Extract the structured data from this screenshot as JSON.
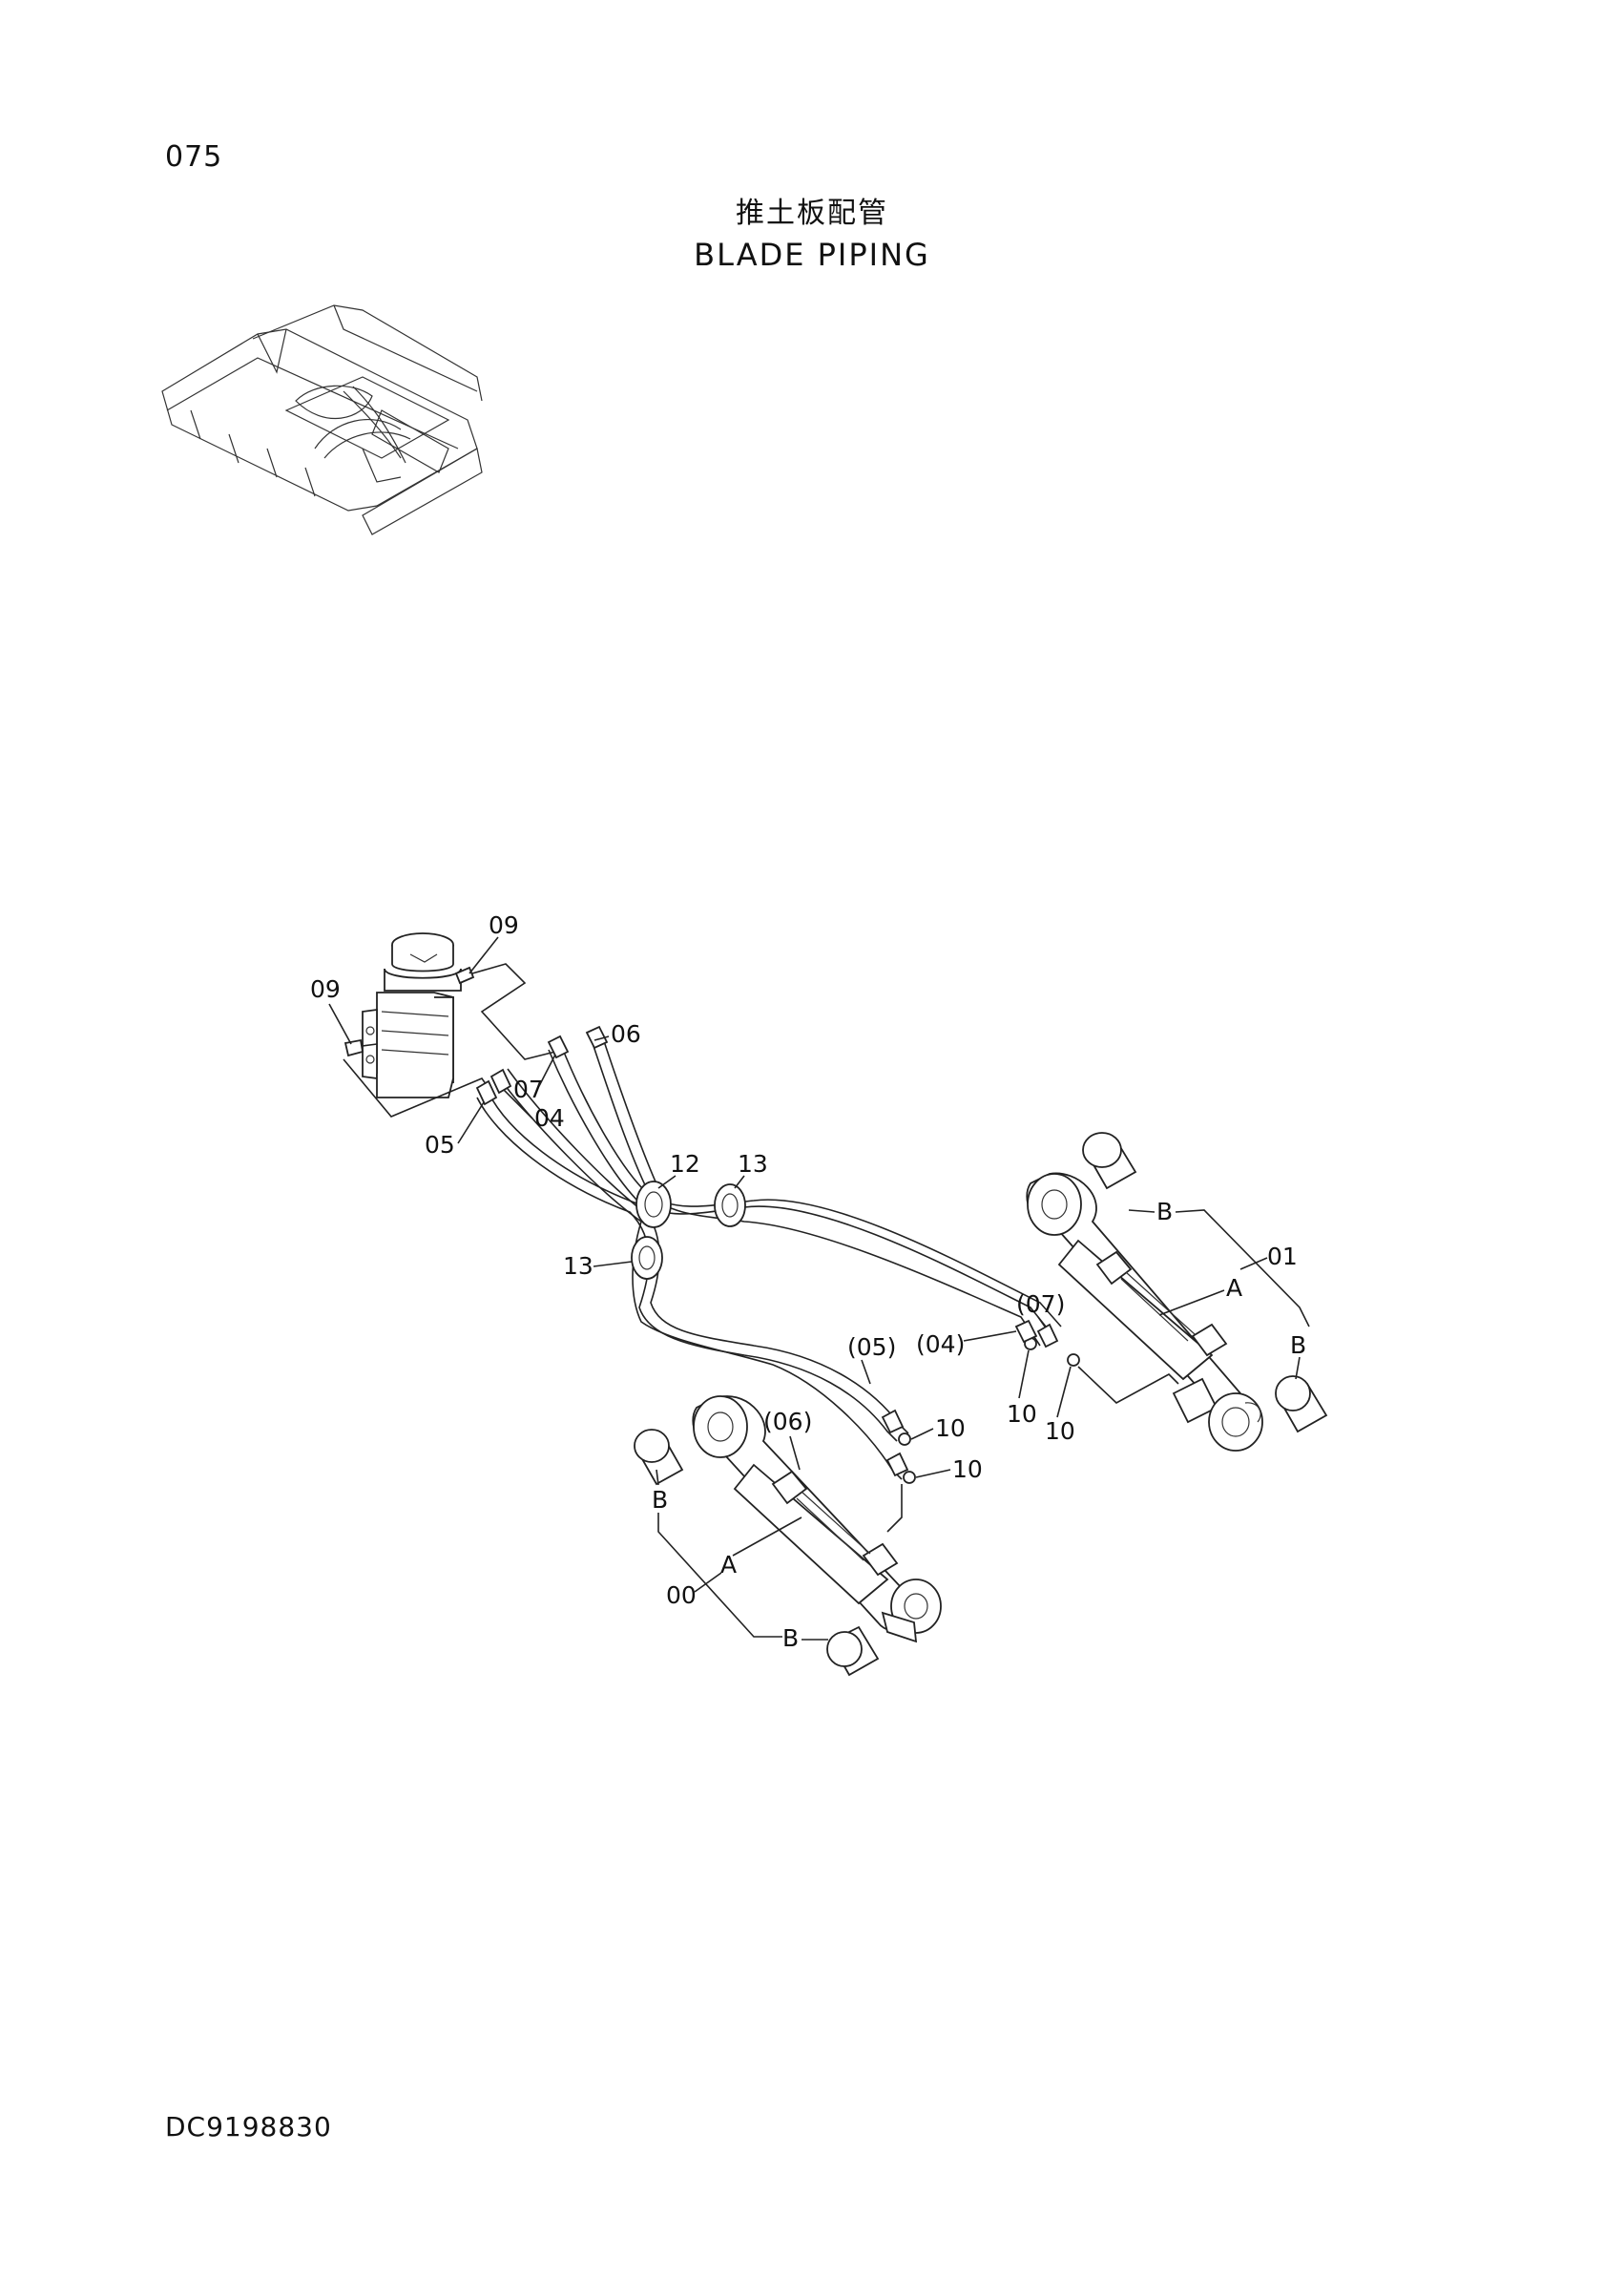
{
  "header": {
    "page_number": "075",
    "title_cn": "推土板配管",
    "title_en": "BLADE PIPING"
  },
  "footer": {
    "doc_code": "DC9198830"
  },
  "callouts": {
    "c09a": "09",
    "c09b": "09",
    "c06": "06",
    "c07": "07",
    "c04": "04",
    "c05": "05",
    "c12": "12",
    "c13a": "13",
    "c13b": "13",
    "c01": "01",
    "cA_right": "A",
    "cB_right_top": "B",
    "cB_right_bottom": "B",
    "c07_paren": "(07)",
    "c04_paren": "(04)",
    "c05_paren": "(05)",
    "c10a": "10",
    "c10b": "10",
    "c10c": "10",
    "c10d": "10",
    "c06_paren": "(06)",
    "cB_left_top": "B",
    "cA_left": "A",
    "c00": "00",
    "cB_left_bottom": "B"
  }
}
